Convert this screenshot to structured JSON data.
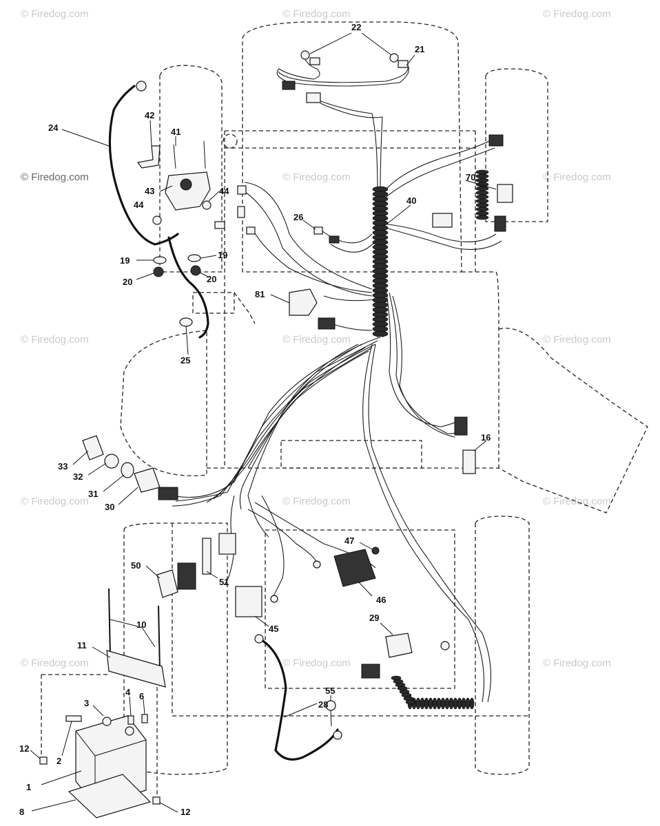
{
  "watermark": {
    "text": "© Firedog.com",
    "color": "#c9c9c9"
  },
  "callouts": [
    "22",
    "21",
    "24",
    "42",
    "41",
    "43",
    "44",
    "44",
    "40",
    "70",
    "26",
    "19",
    "19",
    "20",
    "20",
    "81",
    "25",
    "16",
    "33",
    "32",
    "31",
    "30",
    "47",
    "50",
    "51",
    "46",
    "45",
    "29",
    "10",
    "11",
    "55",
    "2",
    "3",
    "4",
    "6",
    "12",
    "2",
    "1",
    "8",
    "12"
  ]
}
